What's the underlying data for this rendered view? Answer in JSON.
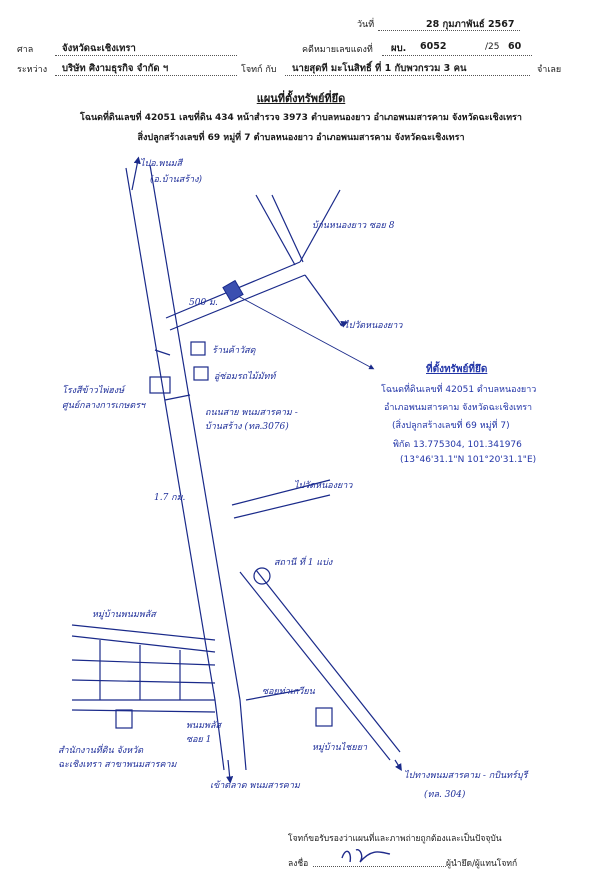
{
  "header": {
    "date_label": "วันที่",
    "date_value": "28 กุมภาพันธ์ 2567",
    "court_label": "ศาล",
    "court_value": "จังหวัดฉะเชิงเทรา",
    "case_label": "คดีหมายเลขแดงที่",
    "case_prefix": "ผบ.",
    "case_number": "6052",
    "case_year_sep": "/25",
    "case_year": "60",
    "between_label": "ระหว่าง",
    "plaintiff_value": "บริษัท ศิงามธุรกิจ จำกัด ฯ",
    "plaintiff_role": "โจทก์ กับ",
    "defendant_value": "นายสุดที มะโนสิทธิ์ ที่ 1 กับพวกรวม 3 คน",
    "defendant_role": "จำเลย"
  },
  "title": "แผนที่ตั้งทรัพย์ที่ยึด",
  "subtitle_line1": "โฉนดที่ดินเลขที่ 42051 เลขที่ดิน 434 หน้าสำรวจ 3973 ตำบลหนองยาว อำเภอพนมสารคาม จังหวัดฉะเชิงเทรา",
  "subtitle_line2": "สิ่งปลูกสร้างเลขที่ 69 หมู่ที่ 7 ตำบลหนองยาว อำเภอพนมสารคาม จังหวัดฉะเชิงเทรา",
  "map": {
    "labels": {
      "to_phanom": "ไปอ.พนมสี",
      "to_phanom_sub": "(อ.บ้านสร้าง)",
      "village_ban_nong_yao": "บ้านหนองยาว ซอย 8",
      "distance_500": "500 ม.",
      "to_wat_nong_yao_1": "ไปวัดหนองยาว",
      "shop_1": "ร้านค้าวัสดุ",
      "shop_2": "อู่ซ่อมรถไม้มัทท์",
      "factory": "โรงสีข้าวไพ่ฮงษ์",
      "factory_sub": "ศูนย์กลางการเกษตรฯ",
      "road_name": "ถนนสาย พนมสารคาม - บ้านสร้าง (ทล.3076)",
      "distance_17": "1.7 กม.",
      "to_wat_nong_yao_2": "ไปวัดหนองยาว",
      "gas_station": "สถานี ที่ 1 แบ่ง",
      "village_phanom": "หมู่บ้านพนมพลัส",
      "soi_1": "พนมพลัส ซอย 1",
      "soi_kiang": "ซอยท่าเกวียน",
      "market_village": "หมู่บ้านไชยยา",
      "land_office": "สำนักงานที่ดิน จังหวัดฉะเชิงเทรา สาขาพนมสารคาม",
      "to_market": "เข้าตลาด พนมสารคาม",
      "to_highway": "ไปทางพนมสารคาม - กบินทร์บุรี",
      "highway_code": "(ทล. 304)"
    }
  },
  "info_box": {
    "title": "ที่ตั้งทรัพย์ที่ยึด",
    "line1": "โฉนดที่ดินเลขที่ 42051 ตำบลหนองยาว",
    "line2": "อำเภอพนมสารคาม จังหวัดฉะเชิงเทรา",
    "line3": "(สิ่งปลูกสร้างเลขที่ 69 หมู่ที่ 7)",
    "line4": "พิกัด 13.775304, 101.341976",
    "line5": "(13°46'31.1\"N 101°20'31.1\"E)"
  },
  "footer": {
    "certify": "โจทก์ขอรับรองว่าแผนที่และภาพถ่ายถูกต้องและเป็นปัจจุบัน",
    "sign_label": "ลงชื่อ",
    "sign_role": "ผู้นำยึด/ผู้แทนโจทก์"
  }
}
